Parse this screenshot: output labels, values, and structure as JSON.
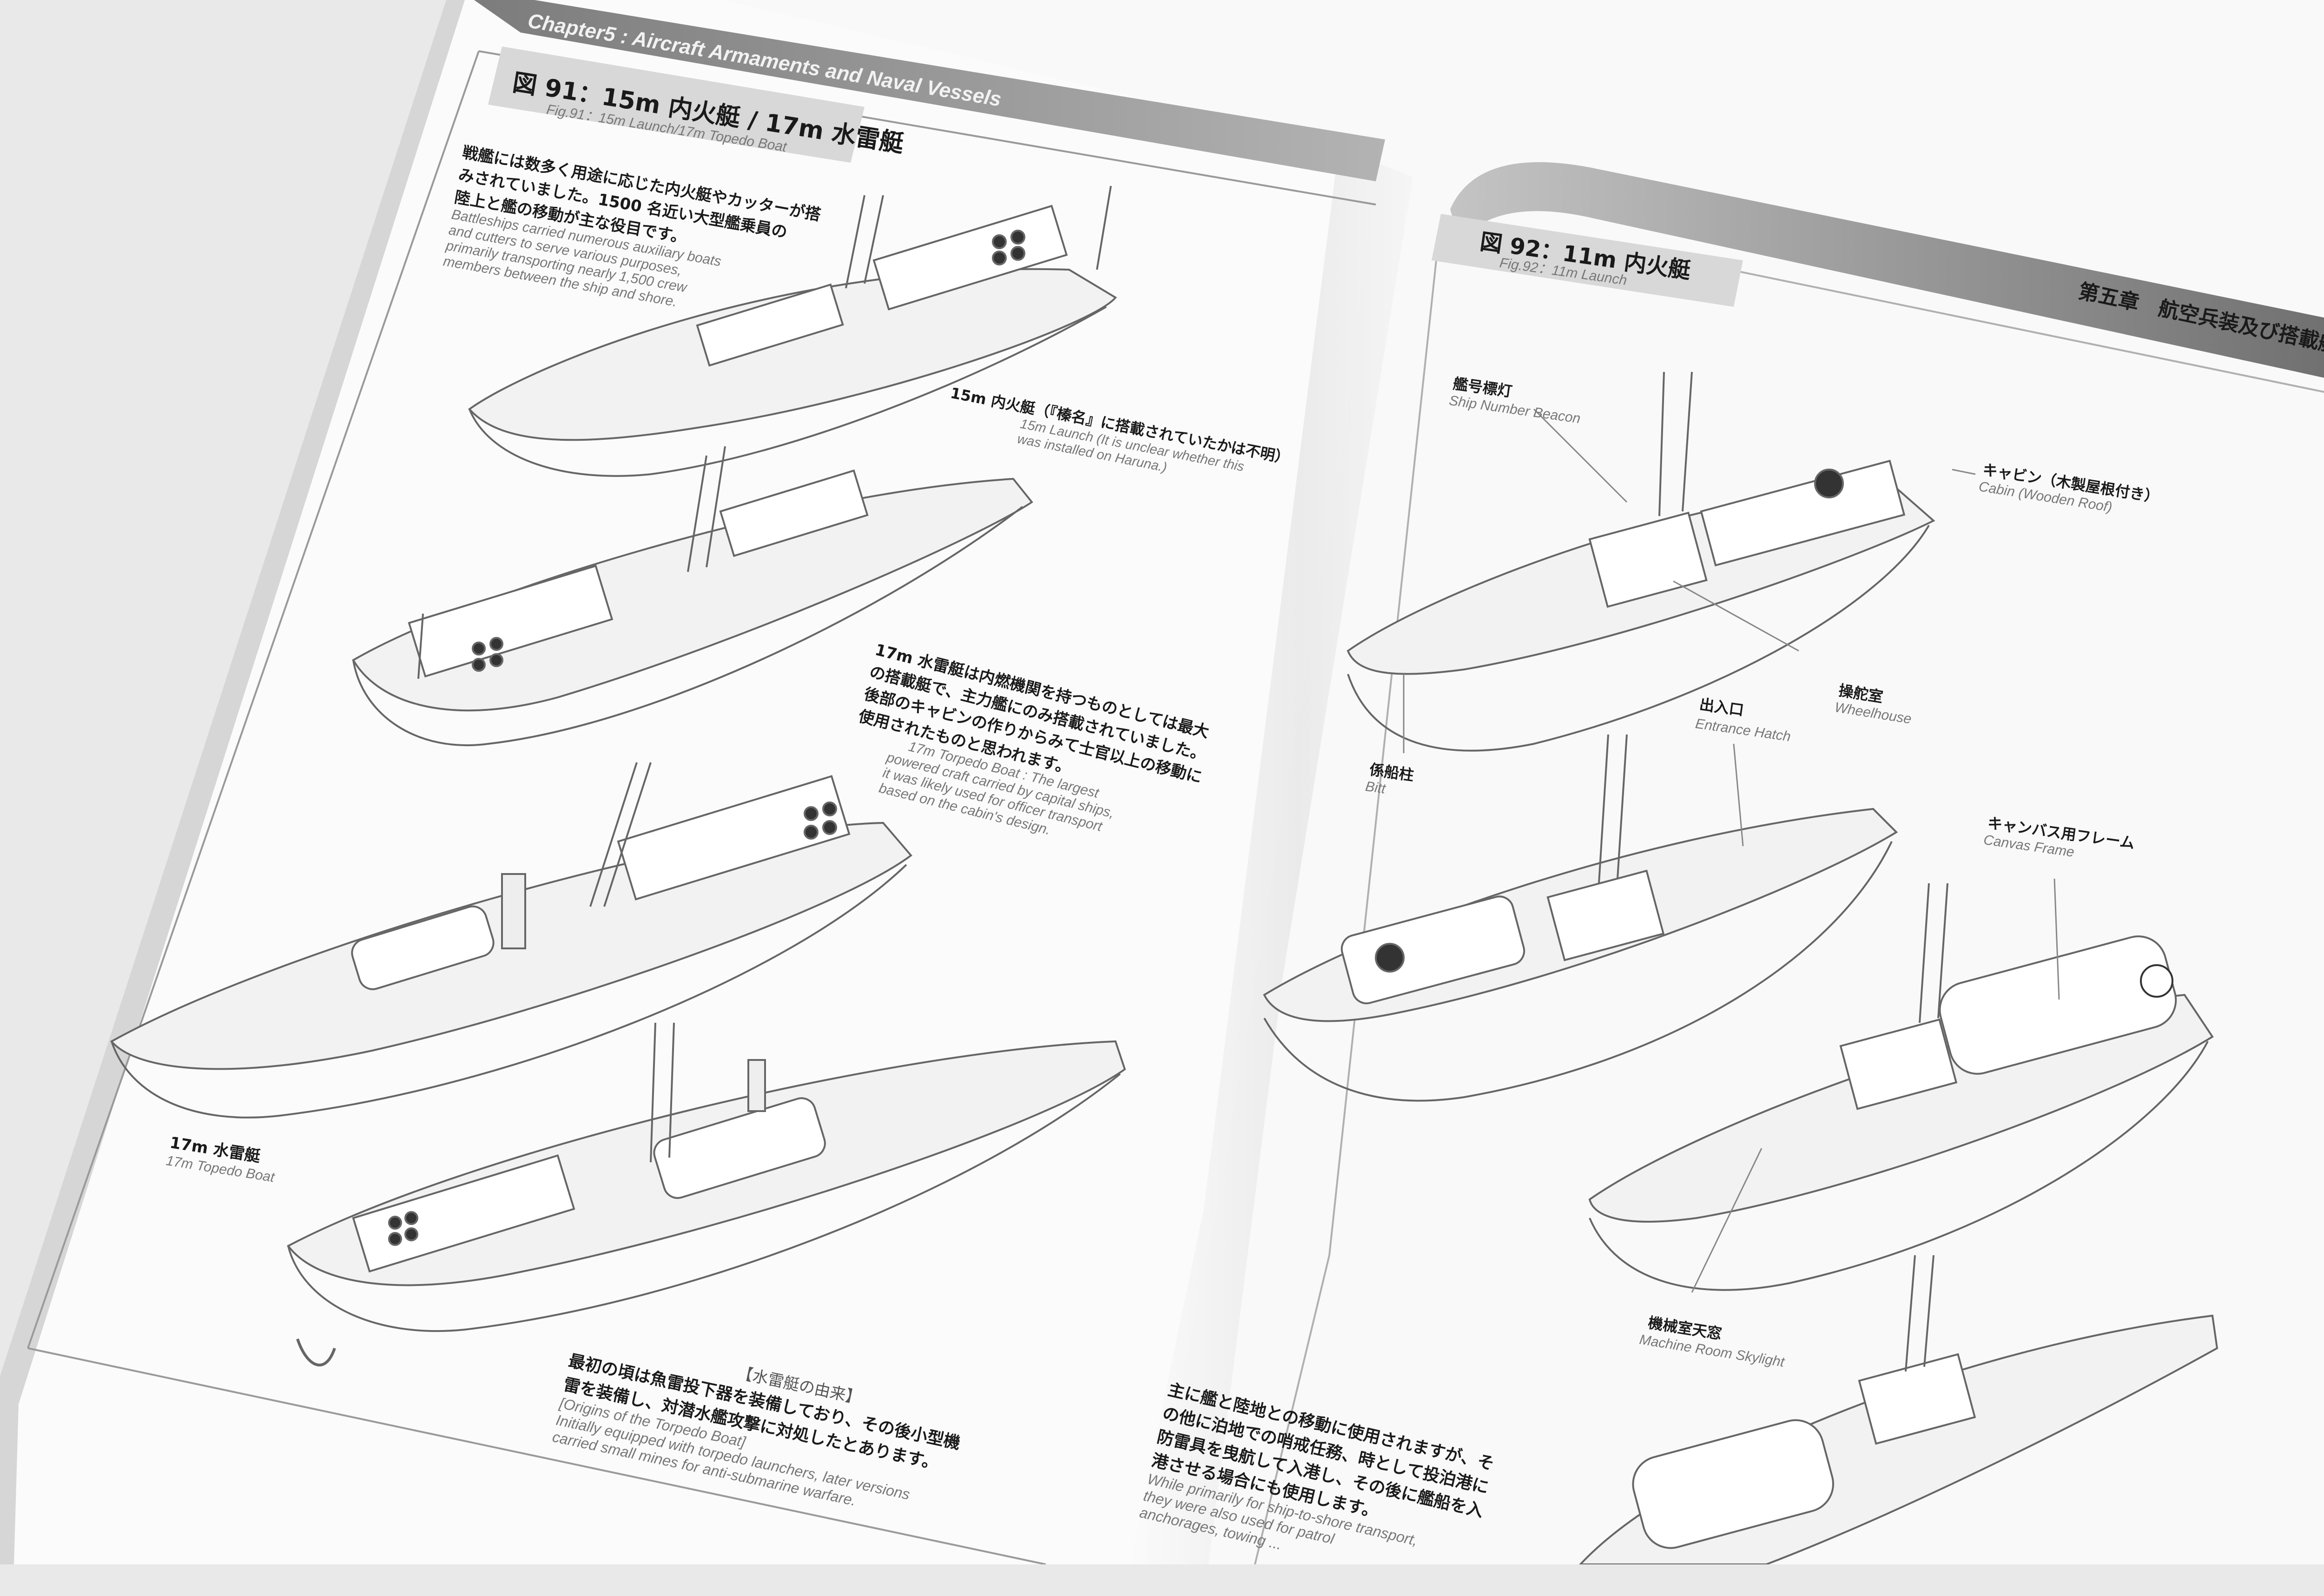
{
  "colors": {
    "background": "#e9e9ea",
    "paper": "#fbfbfb",
    "header_band": "#8f8f8f",
    "accent_teal": "#2f7f73",
    "ink": "#1a1a1a"
  },
  "left_page": {
    "chapter_header": "Chapter5 : Aircraft Armaments and Naval Vessels",
    "figure_title": "図 91：15m 内火艇 / 17m 水雷艇",
    "figure_caption": "Fig.91：15m Launch/17m Topedo Boat",
    "intro_jp": [
      "戦艦には数多く用途に応じた内火艇やカッターが搭",
      "みされていました。1500 名近い大型艦乗員の",
      "陸上と艦の移動が主な役目です。"
    ],
    "intro_en": [
      "Battleships carried numerous auxiliary boats",
      "and cutters to serve various purposes,",
      "primarily transporting nearly 1,500 crew",
      "members between the ship and shore."
    ],
    "note_launch_jp": "15m 内火艇（『榛名』に搭載されていたかは不明）",
    "note_launch_en": [
      "15m Launch (It is unclear whether this",
      "was installed on Haruna.)"
    ],
    "note_torpedo_jp": [
      "17m 水雷艇は内燃機関を持つものとしては最大",
      "の搭載艇で、主力艦にのみ搭載されていました。",
      "後部のキャビンの作りからみて士官以上の移動に",
      "使用されたものと思われます。"
    ],
    "note_torpedo_en": [
      "17m Torpedo Boat : The largest",
      "powered craft carried by capital ships,",
      "it was likely used for officer transport",
      "based on the cabin's design."
    ],
    "label_17m_jp": "17m 水雷艇",
    "label_17m_en": "17m Topedo Boat",
    "origin_title_jp": "【水雷艇の由来】",
    "origin_jp": [
      "最初の頃は魚雷投下器を装備しており、その後小型機",
      "雷を装備し、対潜水艦攻撃に対処したとあります。"
    ],
    "origin_en": [
      "[Origins of the Torpedo Boat]",
      "Initially equipped with torpedo launchers, later versions",
      "carried small mines for anti-submarine warfare."
    ]
  },
  "right_page": {
    "chapter_header_jp": "第五章　航空兵装及び搭載艇",
    "figure_title": "図 92：11m 内火艇",
    "figure_caption": "Fig.92：11m Launch",
    "labels": [
      {
        "jp": "艦号標灯",
        "en": "Ship Number Beacon"
      },
      {
        "jp": "キャビン（木製屋根付き）",
        "en": "Cabin (Wooden Roof)"
      },
      {
        "jp": "操舵室",
        "en": "Wheelhouse"
      },
      {
        "jp": "係船柱",
        "en": "Bitt"
      },
      {
        "jp": "出入口",
        "en": "Entrance Hatch"
      },
      {
        "jp": "キャンバス用フレーム",
        "en": "Canvas Frame"
      },
      {
        "jp": "機械室天窓",
        "en": "Machine Room Skylight"
      }
    ],
    "bottom_jp": [
      "主に艦と陸地との移動に使用されますが、そ",
      "の他に泊地での哨戒任務、時として投泊港に",
      "防雷具を曳航して入港し、その後に艦船を入",
      "港させる場合にも使用します。"
    ],
    "bottom_en": [
      "While primarily for ship-to-shore transport,",
      "they were also used for patrol",
      "anchorages, towing ..."
    ]
  }
}
